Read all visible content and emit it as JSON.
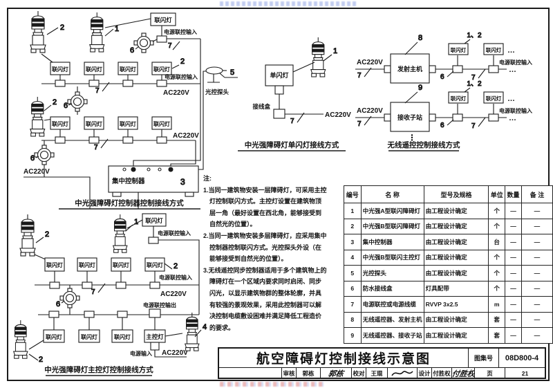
{
  "labels": {
    "lian_flash": "联闪灯",
    "single_flash": "单闪灯",
    "master_light": "主控灯",
    "central_controller": "集中控制器",
    "transmit_host": "发射主机",
    "receive_substation": "接收子站",
    "junction_box": "接线盒",
    "photocell": "光控探头",
    "pwr_link_in": "电源联控输入",
    "pwr_link_out": "电源联控输出",
    "pwr_in": "电源输入",
    "ac220v": "AC220V",
    "ellipsis": "…",
    "vdots": "⋮"
  },
  "callouts": {
    "one": "1",
    "two": "2",
    "three": "3",
    "four": "4",
    "five": "5",
    "six": "6",
    "seven": "7",
    "eight": "8",
    "nine": "9",
    "one_two": "1、2"
  },
  "captions": {
    "d1": "中光强障碍灯控制器控制接线方式",
    "d2": "中光强障碍灯单闪灯接线方式",
    "d3": "无线遥控控制接线方式",
    "d4": "中光强障碍灯主控灯控制接线方式"
  },
  "notes": {
    "heading": "注:",
    "items": [
      "1.当同一建筑物安装一层障碍灯，可采用主控灯控制联闪方式。主控灯设置在建筑物顶层一角（最好设置在西北角，能够接受到自然光的位置）。",
      "2.当同一建筑物安装多层障碍灯，应采用集中控制器控制联闪方式。光控探头外设（在能够接受到自然光的位置）。",
      "3.无线遥控同步控制器适用于多个建筑物上的障碍灯在一个区域内要求同时启闭、同步闪光，以显示建筑物群的整体轮廓，并具有较强的景观效果，采用此控制器可以解决控制电缆敷设困难并满足降低工程造价的要求。"
    ]
  },
  "table": {
    "headers": [
      "编号",
      "名  称",
      "型号及规格",
      "单位",
      "数量",
      "备  注"
    ],
    "rows": [
      {
        "no": "1",
        "name": "中光强A型联闪障碍灯",
        "spec": "由工程设计确定",
        "unit": "个",
        "qty": "—",
        "remark": "—"
      },
      {
        "no": "2",
        "name": "中光强B型联闪障碍灯",
        "spec": "由工程设计确定",
        "unit": "个",
        "qty": "—",
        "remark": "—"
      },
      {
        "no": "3",
        "name": "集中控制器",
        "spec": "由工程设计确定",
        "unit": "台",
        "qty": "—",
        "remark": "—"
      },
      {
        "no": "4",
        "name": "中光强B型联闪主控灯",
        "spec": "由工程设计确定",
        "unit": "个",
        "qty": "—",
        "remark": "—"
      },
      {
        "no": "5",
        "name": "光控探头",
        "spec": "由工程设计确定",
        "unit": "个",
        "qty": "—",
        "remark": "—"
      },
      {
        "no": "6",
        "name": "防水接线盒",
        "spec": "灯具配带",
        "unit": "个",
        "qty": "—",
        "remark": "—"
      },
      {
        "no": "7",
        "name": "电源联控或电源线缆",
        "spec": "RVVP 3x2.5",
        "unit": "m",
        "qty": "—",
        "remark": "—"
      },
      {
        "no": "8",
        "name": "无线遥控器、发射主机",
        "spec": "由工程设计确定",
        "unit": "套",
        "qty": "—",
        "remark": "—"
      },
      {
        "no": "9",
        "name": "无线遥控器、接收子站",
        "spec": "由工程设计确定",
        "unit": "套",
        "qty": "—",
        "remark": "—"
      }
    ]
  },
  "titleblock": {
    "title": "航空障碍灯控制接线示意图",
    "atlas_label": "图集号",
    "atlas_no": "08D800-4",
    "page_label": "页",
    "page_no": "21",
    "review_label": "审核",
    "review_name": "郭栋",
    "review_sig": "郭栋",
    "proof_label": "校对",
    "proof_name": "王琨",
    "design_label": "设计",
    "design_name": "付胜权",
    "design_sig": "付胜权"
  }
}
